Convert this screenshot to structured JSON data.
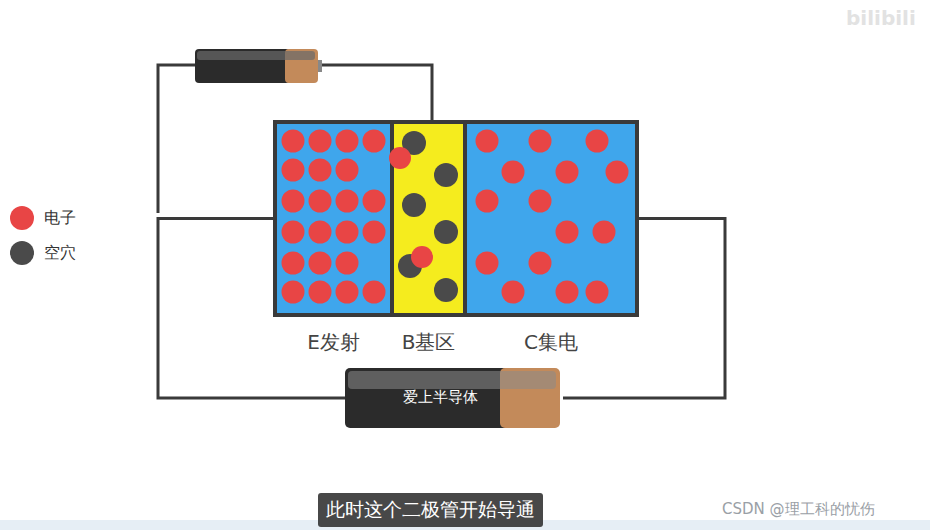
{
  "diagram": {
    "nodes": [
      {
        "text": [
          "E发射"
        ]
      },
      {
        "text": [
          "B基区"
        ]
      },
      {
        "text": [
          "C集电"
        ]
      },
      {
        "text": [
          "爱上半导体"
        ]
      }
    ],
    "edges": [
      {
        "from": 3,
        "to": 0,
        "arrow": "none"
      },
      {
        "from": 3,
        "to": 2,
        "arrow": "none"
      }
    ],
    "labels": [
      "此时这个二极管开始导通",
      "CSDN @理工科的忧伤",
      "bilibili"
    ],
    "legend": [
      {
        "text": "电子",
        "color": "#e84545"
      },
      {
        "text": "空穴",
        "color": "#4a4a4a"
      }
    ]
  }
}
